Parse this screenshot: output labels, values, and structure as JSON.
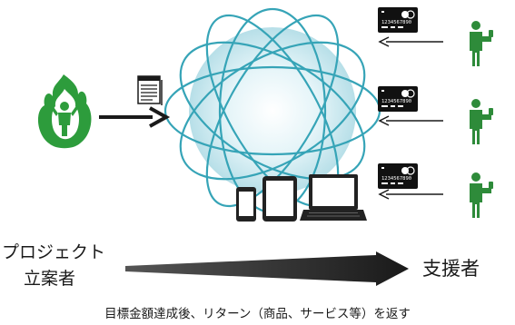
{
  "labels": {
    "project_owner_line1": "プロジェクト",
    "project_owner_line2": "立案者",
    "supporter": "支援者",
    "caption": "目標金額達成後、リターン（商品、サービス等）を返す"
  },
  "card": {
    "number": "1234567890"
  },
  "colors": {
    "flame": "#2d9c3c",
    "supporter": "#2e8b3a",
    "globe_line": "#36a4b7",
    "globe_fill": "#d6eef4",
    "arrow": "#1a1a1a",
    "device": "#222222"
  }
}
